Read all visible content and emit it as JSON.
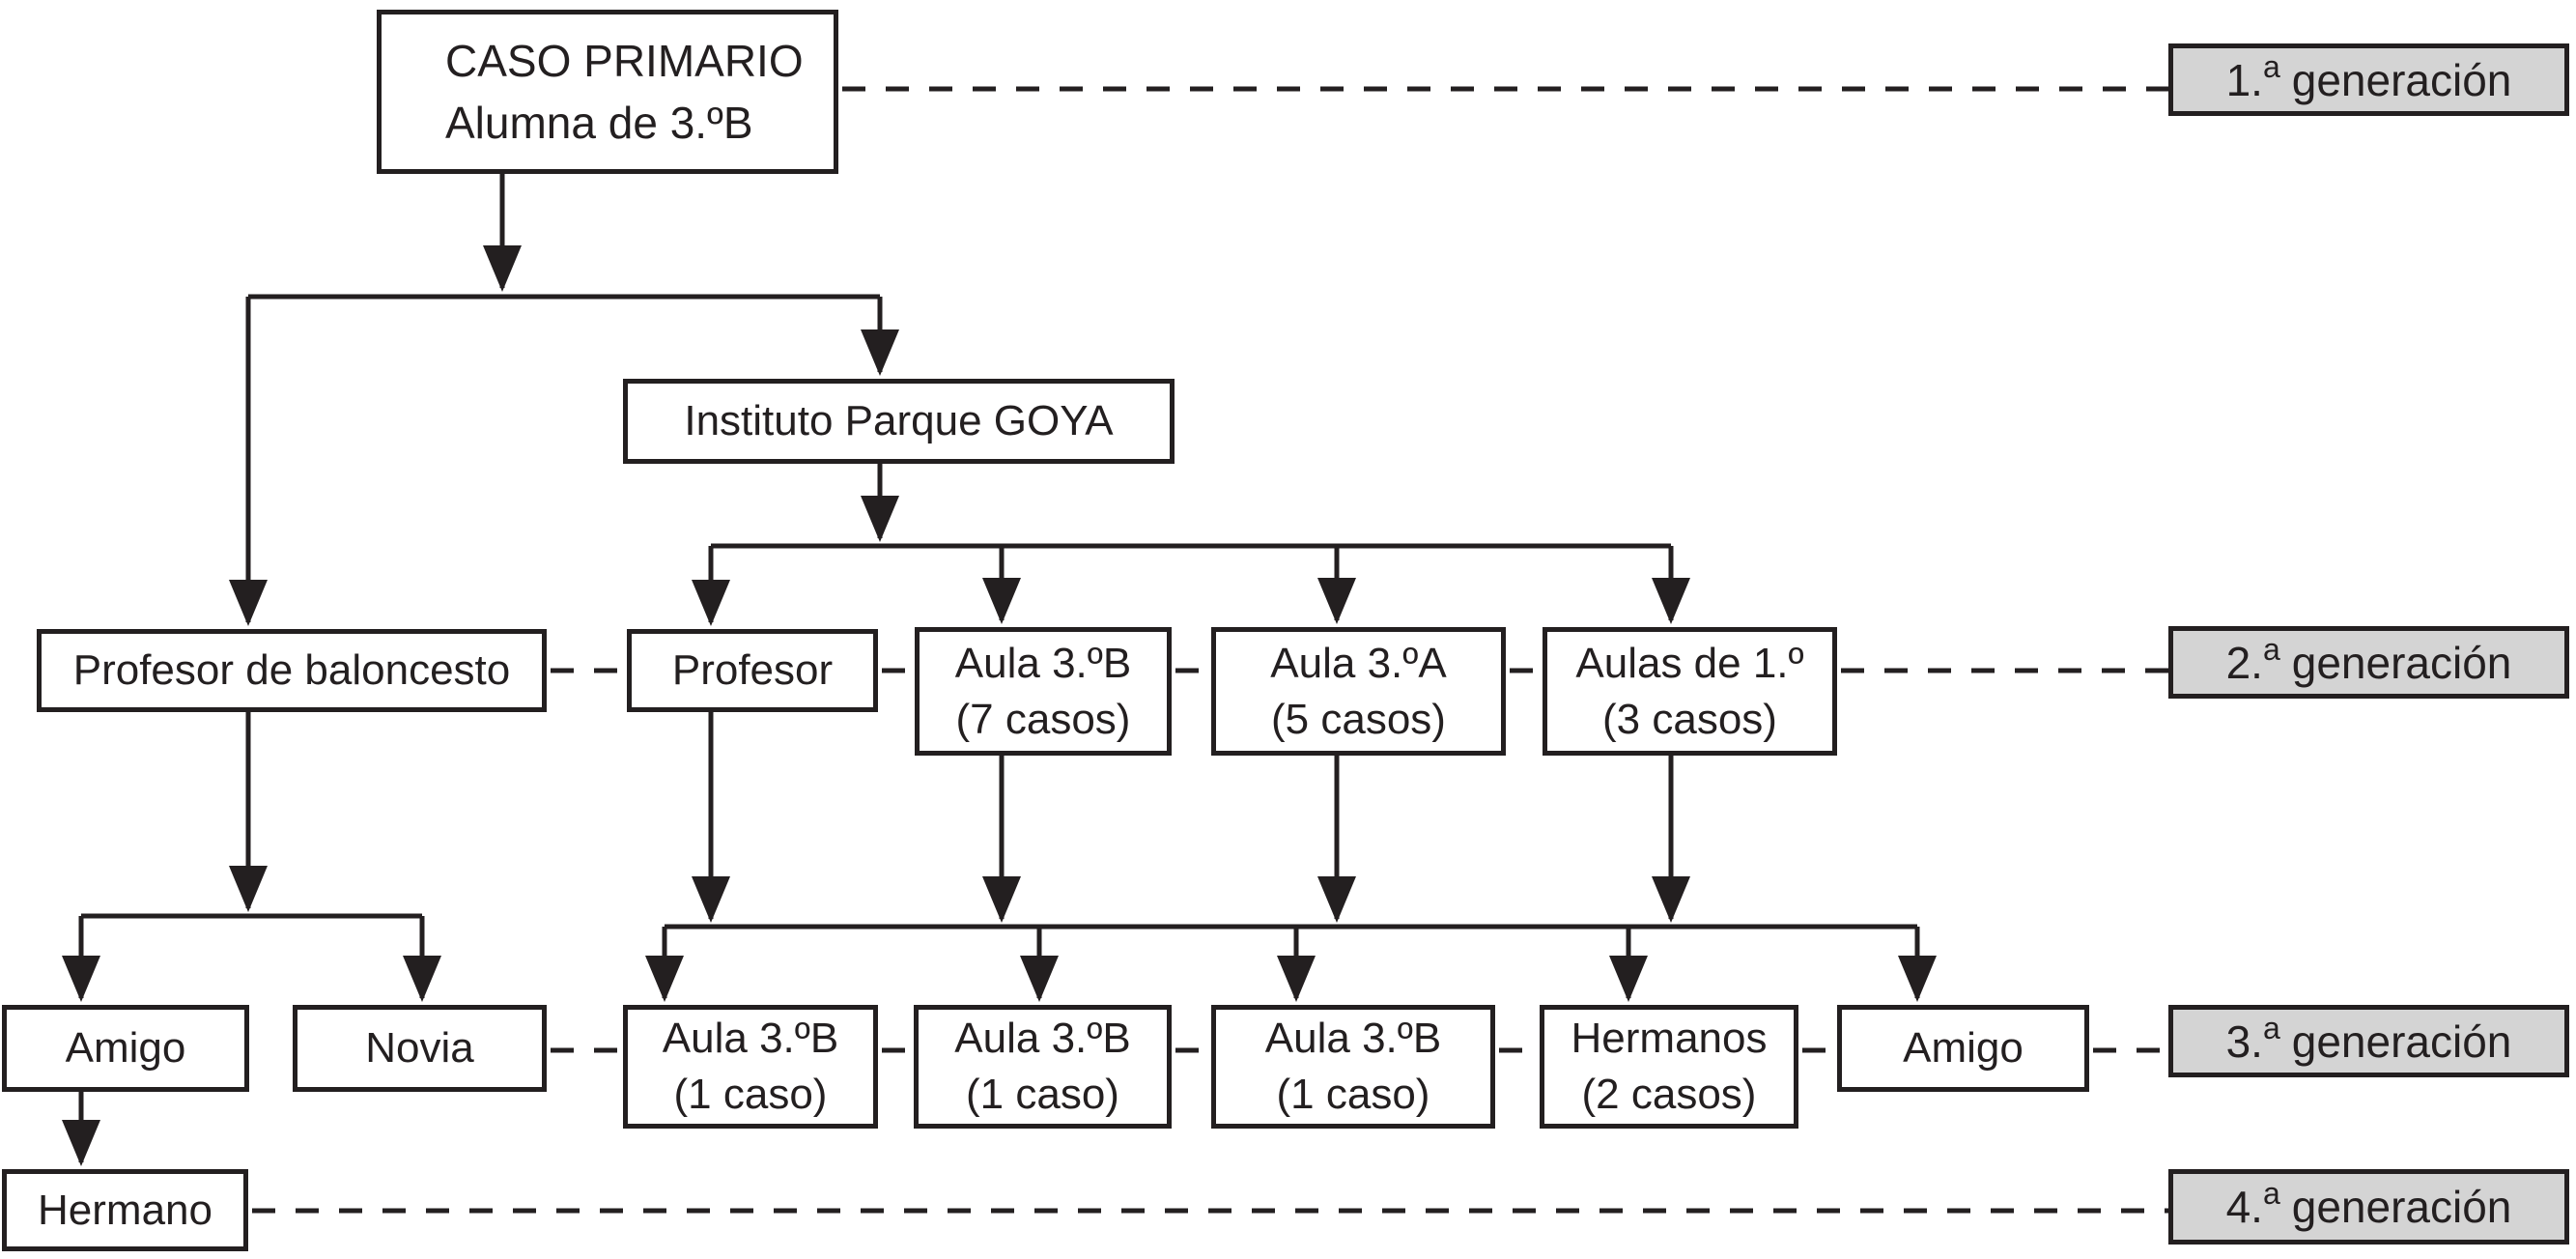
{
  "nodes": {
    "caso_primario": {
      "line1": "CASO PRIMARIO",
      "line2": "Alumna de 3.ºB"
    },
    "instituto": {
      "label": "Instituto Parque GOYA"
    },
    "profesor_baloncesto": {
      "label": "Profesor de baloncesto"
    },
    "profesor": {
      "label": "Profesor"
    },
    "aula_3b": {
      "line1": "Aula 3.ºB",
      "line2": "(7 casos)"
    },
    "aula_3a": {
      "line1": "Aula 3.ºA",
      "line2": "(5 casos)"
    },
    "aulas_1": {
      "line1": "Aulas de 1.º",
      "line2": "(3 casos)"
    },
    "amigo_izquierda": {
      "label": "Amigo"
    },
    "novia": {
      "label": "Novia"
    },
    "aula_caso1": {
      "line1": "Aula 3.ºB",
      "line2": "(1 caso)"
    },
    "aula_caso2": {
      "line1": "Aula 3.ºB",
      "line2": "(1 caso)"
    },
    "aula_caso3": {
      "line1": "Aula 3.ºB",
      "line2": "(1 caso)"
    },
    "hermanos": {
      "line1": "Hermanos",
      "line2": "(2 casos)"
    },
    "amigo_derecha": {
      "label": "Amigo"
    },
    "hermano": {
      "label": "Hermano"
    }
  },
  "generations": [
    {
      "num": "1.",
      "sup": "a",
      "word": "generación"
    },
    {
      "num": "2.",
      "sup": "a",
      "word": "generación"
    },
    {
      "num": "3.",
      "sup": "a",
      "word": "generación"
    },
    {
      "num": "4.",
      "sup": "a",
      "word": "generación"
    }
  ],
  "colors": {
    "line": "#231f20",
    "node_fill": "#ffffff",
    "generation_fill": "#d4d4d4",
    "text": "#231f20"
  }
}
